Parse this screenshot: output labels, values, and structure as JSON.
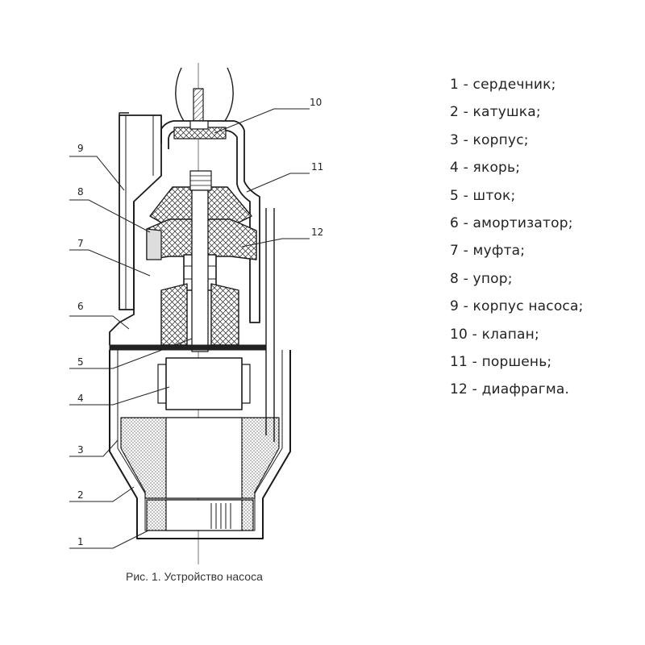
{
  "callouts": [
    {
      "num": "1"
    },
    {
      "num": "2"
    },
    {
      "num": "3"
    },
    {
      "num": "4"
    },
    {
      "num": "5"
    },
    {
      "num": "6"
    },
    {
      "num": "7"
    },
    {
      "num": "8"
    },
    {
      "num": "9"
    },
    {
      "num": "10"
    },
    {
      "num": "11"
    },
    {
      "num": "12"
    }
  ],
  "legend": [
    "1 - сердечник;",
    "2 - катушка;",
    "3 - корпус;",
    "4 - якорь;",
    "5 - шток;",
    "6 - амортизатор;",
    "7 - муфта;",
    "8 - упор;",
    "9 - корпус насоса;",
    "10 - клапан;",
    "11 - поршень;",
    "12 - диафрагма."
  ],
  "caption": "Рис. 1. Устройство насоса"
}
